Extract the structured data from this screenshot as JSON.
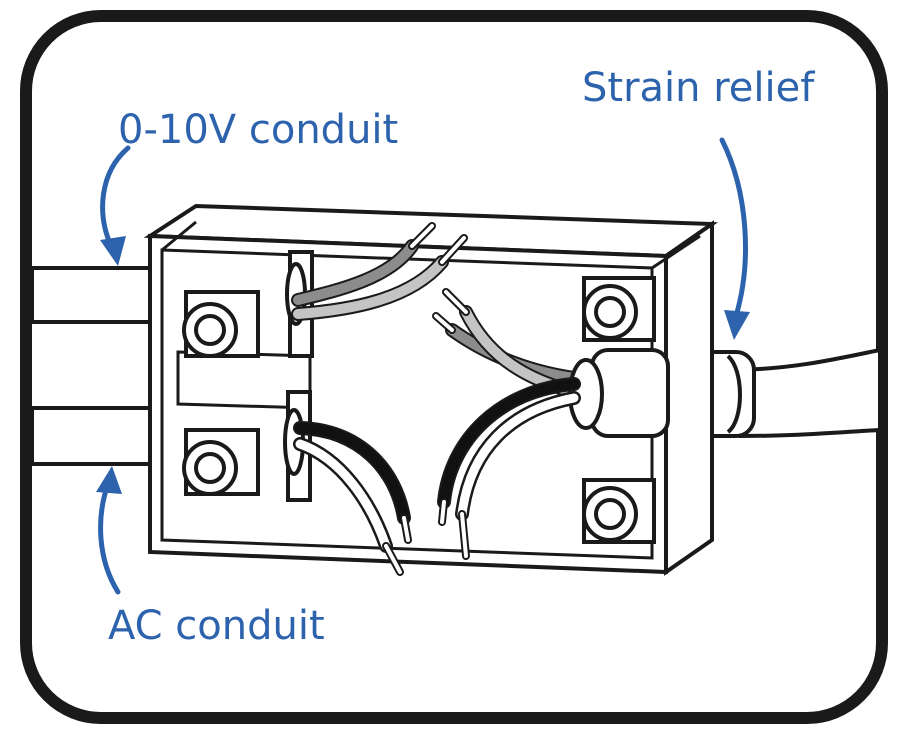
{
  "labels": {
    "conduit_0_10v": "0-10V conduit",
    "ac_conduit": "AC conduit",
    "strain_relief": "Strain relief"
  },
  "colors": {
    "label_blue": "#2d63ad",
    "outline": "#1a1a1a",
    "wire_dark_gray": "#8c8c8c",
    "wire_light_gray": "#c4c4c4",
    "wire_black": "#111111",
    "wire_white": "#ffffff"
  },
  "icons": {
    "arrows": "curved-arrow",
    "posts": "screw-post",
    "box": "junction-box"
  }
}
